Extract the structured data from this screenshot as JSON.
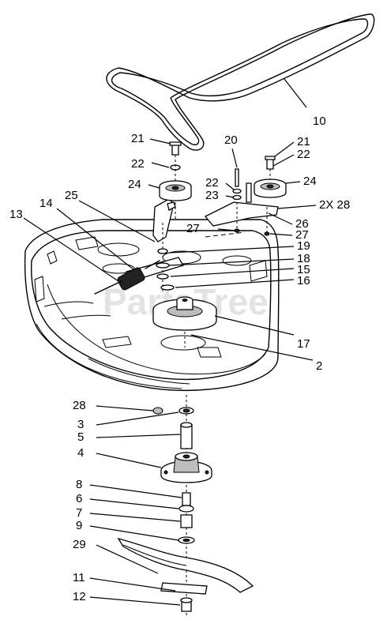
{
  "watermark": "PartsTree",
  "callouts": [
    {
      "id": "c10",
      "label": "10"
    },
    {
      "id": "c21a",
      "label": "21"
    },
    {
      "id": "c22a",
      "label": "22"
    },
    {
      "id": "c24a",
      "label": "24"
    },
    {
      "id": "c20",
      "label": "20"
    },
    {
      "id": "c21b",
      "label": "21"
    },
    {
      "id": "c22b",
      "label": "22"
    },
    {
      "id": "c22c",
      "label": "22"
    },
    {
      "id": "c23",
      "label": "23"
    },
    {
      "id": "c24b",
      "label": "24"
    },
    {
      "id": "c28a",
      "label": "2X 28"
    },
    {
      "id": "c25",
      "label": "25"
    },
    {
      "id": "c14",
      "label": "14"
    },
    {
      "id": "c13",
      "label": "13"
    },
    {
      "id": "c26",
      "label": "26"
    },
    {
      "id": "c27a",
      "label": "27"
    },
    {
      "id": "c27b",
      "label": "27"
    },
    {
      "id": "c19",
      "label": "19"
    },
    {
      "id": "c18",
      "label": "18"
    },
    {
      "id": "c15",
      "label": "15"
    },
    {
      "id": "c16",
      "label": "16"
    },
    {
      "id": "c17",
      "label": "17"
    },
    {
      "id": "c2",
      "label": "2"
    },
    {
      "id": "c28b",
      "label": "28"
    },
    {
      "id": "c3",
      "label": "3"
    },
    {
      "id": "c5",
      "label": "5"
    },
    {
      "id": "c4",
      "label": "4"
    },
    {
      "id": "c8",
      "label": "8"
    },
    {
      "id": "c6",
      "label": "6"
    },
    {
      "id": "c7",
      "label": "7"
    },
    {
      "id": "c9",
      "label": "9"
    },
    {
      "id": "c29",
      "label": "29"
    },
    {
      "id": "c11",
      "label": "11"
    },
    {
      "id": "c12",
      "label": "12"
    }
  ]
}
